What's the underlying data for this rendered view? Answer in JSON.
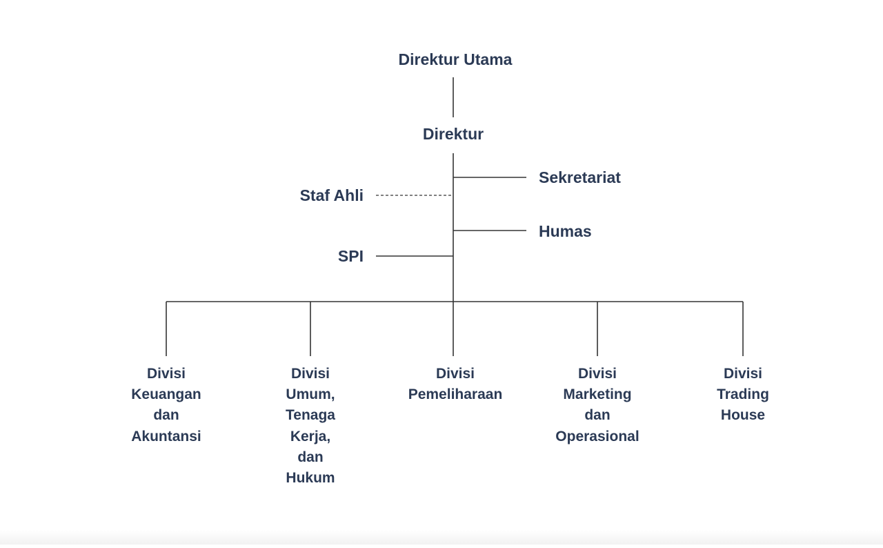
{
  "org": {
    "top": "Direktur Utama",
    "director": "Direktur",
    "left_units": [
      {
        "id": "staf-ahli",
        "label": "Staf Ahli",
        "link": "dashed"
      },
      {
        "id": "spi",
        "label": "SPI",
        "link": "solid"
      }
    ],
    "right_units": [
      {
        "id": "sekretariat",
        "label": "Sekretariat",
        "link": "solid"
      },
      {
        "id": "humas",
        "label": "Humas",
        "link": "solid"
      }
    ],
    "divisions": [
      {
        "id": "keuangan",
        "lines": [
          "Divisi",
          "Keuangan",
          "dan",
          "Akuntansi"
        ]
      },
      {
        "id": "umum",
        "lines": [
          "Divisi",
          "Umum,",
          "Tenaga",
          "Kerja,",
          "dan",
          "Hukum"
        ]
      },
      {
        "id": "pemeliharaan",
        "lines": [
          "Divisi",
          "Pemeliharaan"
        ]
      },
      {
        "id": "marketing",
        "lines": [
          "Divisi",
          "Marketing",
          "dan",
          "Operasional"
        ]
      },
      {
        "id": "trading",
        "lines": [
          "Divisi",
          "Trading",
          "House"
        ]
      }
    ]
  },
  "colors": {
    "text": "#2b3a55",
    "line": "#333333",
    "background": "#ffffff"
  }
}
